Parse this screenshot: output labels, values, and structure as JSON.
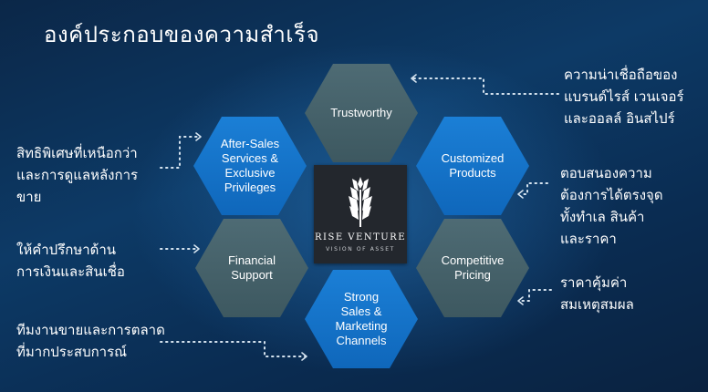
{
  "title": "องค์ประกอบของความสำเร็จ",
  "hexagons": {
    "trustworthy": "Trustworthy",
    "after_sales": "After-Sales\nServices &\nExclusive\nPrivileges",
    "customized": "Customized\nProducts",
    "financial": "Financial\nSupport",
    "competitive": "Competitive\nPricing",
    "sales_marketing": "Strong\nSales &\nMarketing\nChannels"
  },
  "logo": {
    "name": "RISE VENTURE",
    "tagline": "VISION OF ASSET"
  },
  "notes": {
    "trustworthy": "ความน่าเชื่อถือของ\nแบรนด์ไรส์ เวนเจอร์\nและออลล์ อินสไปร์",
    "after_sales": "สิทธิพิเศษที่เหนือกว่า\nและการดูแลหลังการ\nขาย",
    "customized": "ตอบสนองความ\nต้องการได้ตรงจุด\nทั้งทำเล สินค้า\nและราคา",
    "financial": "ให้คำปรึกษาด้าน\nการเงินและสินเชื่อ",
    "competitive": "ราคาคุ้มค่า\nสมเหตุสมผล",
    "sales_marketing": "ทีมงานขายและการตลาด\nที่มากประสบการณ์"
  },
  "colors": {
    "hex_gray": "#4a666f",
    "hex_blue": "#1476cc",
    "background": "#0d3a66",
    "logo_box": "#23272d"
  }
}
